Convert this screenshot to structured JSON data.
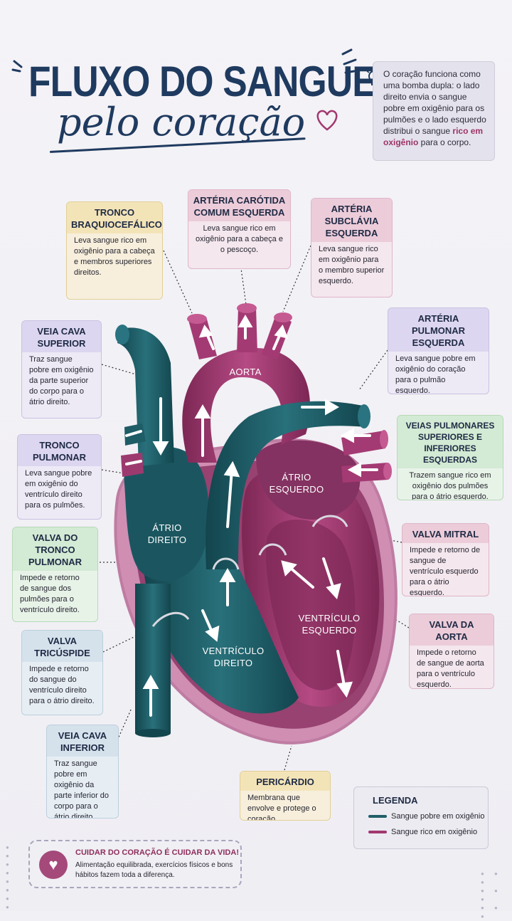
{
  "title": {
    "line1": "FLUXO DO SANGUE",
    "line2": "pelo coração"
  },
  "intro": {
    "part1": "O coração funciona como uma bomba dupla: o lado direito envia o sangue pobre em oxigênio para os pulmões e o lado esquerdo distribui o sangue ",
    "highlight": "rico em oxigênio",
    "part2": " para o corpo."
  },
  "cards": {
    "tronco_braquiocefalico": {
      "title": "TRONCO BRAQUIOCEFÁLICO",
      "text": "Leva sangue rico em oxigênio para a cabeça e membros superiores direitos."
    },
    "carotida": {
      "title": "ARTÉRIA CARÓTIDA COMUM ESQUERDA",
      "text": "Leva sangue rico em oxigênio para a cabeça e o pescoço."
    },
    "subclavia": {
      "title": "ARTÉRIA SUBCLÁVIA ESQUERDA",
      "text": "Leva sangue rico em oxigênio para o membro superior esquerdo."
    },
    "pulmonar_esq": {
      "title": "ARTÉRIA PULMONAR ESQUERDA",
      "text": "Leva sangue pobre em oxigênio do coração para o pulmão esquerdo."
    },
    "veia_cava_sup": {
      "title": "VEIA CAVA SUPERIOR",
      "text": "Traz sangue pobre em oxigênio da parte superior do corpo para o átrio direito."
    },
    "tronco_pulmonar": {
      "title": "TRONCO PULMONAR",
      "text": "Leva sangue pobre em oxigênio do ventrículo direito para os pulmões."
    },
    "veias_pulmonares": {
      "title": "VEIAS PULMONARES SUPERIORES E INFERIORES ESQUERDAS",
      "text": "Trazem sangue rico em oxigênio dos pulmões para o átrio esquerdo."
    },
    "valva_tronco": {
      "title": "VALVA DO TRONCO PULMONAR",
      "text": "Impede e retorno de sangue dos pulmões para o ventrículo direito."
    },
    "valva_mitral": {
      "title": "VALVA MITRAL",
      "text": "Impede e retorno de sangue de ventrículo esquerdo para o átrio esquerdo."
    },
    "valva_aorta": {
      "title": "VALVA DA AORTA",
      "text": "Impede o retorno de sangue de aorta para o ventrículo esquerdo."
    },
    "valva_tricuspide": {
      "title": "VALVA TRICÚSPIDE",
      "text": "Impede e retorno do sangue do ventrículo direito para o átrio direito."
    },
    "veia_cava_inf": {
      "title": "VEIA CAVA INFERIOR",
      "text": "Traz sangue pobre em oxigênio da parte inferior do corpo para o átrio direito."
    },
    "pericardio": {
      "title": "PERICÁRDIO",
      "text": "Membrana que envolve e protege o coração."
    }
  },
  "heart_labels": {
    "aorta": "AORTA",
    "atrio_esq_1": "ÁTRIO",
    "atrio_esq_2": "ESQUERDO",
    "atrio_dir_1": "ÁTRIO",
    "atrio_dir_2": "DIREITO",
    "vent_esq_1": "VENTRÍCULO",
    "vent_esq_2": "ESQUERDO",
    "vent_dir_1": "VENTRÍCULO",
    "vent_dir_2": "DIREITO"
  },
  "legend": {
    "title": "LEGENDA",
    "poor": "Sangue pobre em oxigênio",
    "rich": "Sangue rico em oxigênio"
  },
  "footer": {
    "title": "CUIDAR DO CORAÇÃO É CUIDAR DA VIDA!",
    "text": "Alimentação equilibrada, exercícios físicos e bons hábitos fazem toda a diferença."
  },
  "colors": {
    "poor": "#1f5f68",
    "rich": "#a2386f",
    "navy": "#1f3a5f"
  },
  "icons": [
    "lightbulb-icon",
    "heart-icon"
  ]
}
